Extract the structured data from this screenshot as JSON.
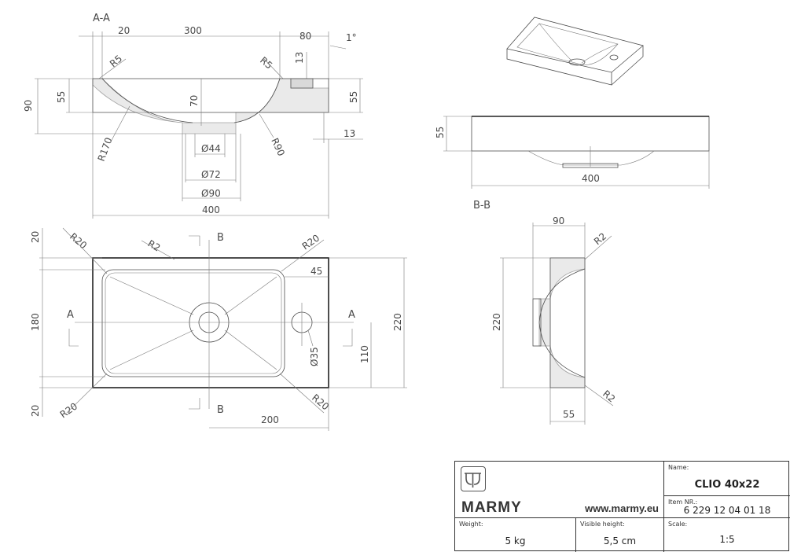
{
  "views": {
    "section_aa": {
      "label": "A-A",
      "dims": {
        "d20": "20",
        "d300": "300",
        "d80": "80",
        "angle": "1°",
        "d13a": "13",
        "r5a": "R5",
        "r5b": "R5",
        "h90": "90",
        "h55a": "55",
        "h70": "70",
        "h55b": "55",
        "r170": "R170",
        "r90": "R90",
        "d13b": "13",
        "d44": "Ø44",
        "d72": "Ø72",
        "d90": "Ø90",
        "w400": "400"
      }
    },
    "top_view": {
      "dims": {
        "r20a": "R20",
        "r2": "R2",
        "r20b": "R20",
        "d45": "45",
        "h20a": "20",
        "h180": "180",
        "h20b": "20",
        "r20c": "R20",
        "r20d": "R20",
        "d35": "Ø35",
        "h110": "110",
        "h220": "220",
        "w200": "200"
      },
      "section_marks": {
        "a_left": "A",
        "a_right": "A",
        "b_top": "B",
        "b_bottom": "B"
      }
    },
    "front_view": {
      "dims": {
        "h55": "55",
        "w400": "400"
      }
    },
    "section_bb": {
      "label": "B-B",
      "dims": {
        "w90": "90",
        "r2a": "R2",
        "h220": "220",
        "r2b": "R2",
        "w55": "55"
      }
    }
  },
  "title_block": {
    "brand": "MARMY",
    "website": "www.marmy.eu",
    "name_label": "Name:",
    "name_value": "CLIO 40x22",
    "item_label": "Item NR.:",
    "item_value": "6 229 12 04 01 18",
    "weight_label": "Weight:",
    "weight_value": "5 kg",
    "height_label": "Visible height:",
    "height_value": "5,5 cm",
    "scale_label": "Scale:",
    "scale_value": "1:5"
  },
  "icons": {
    "logo": "marmy-logo-icon"
  }
}
